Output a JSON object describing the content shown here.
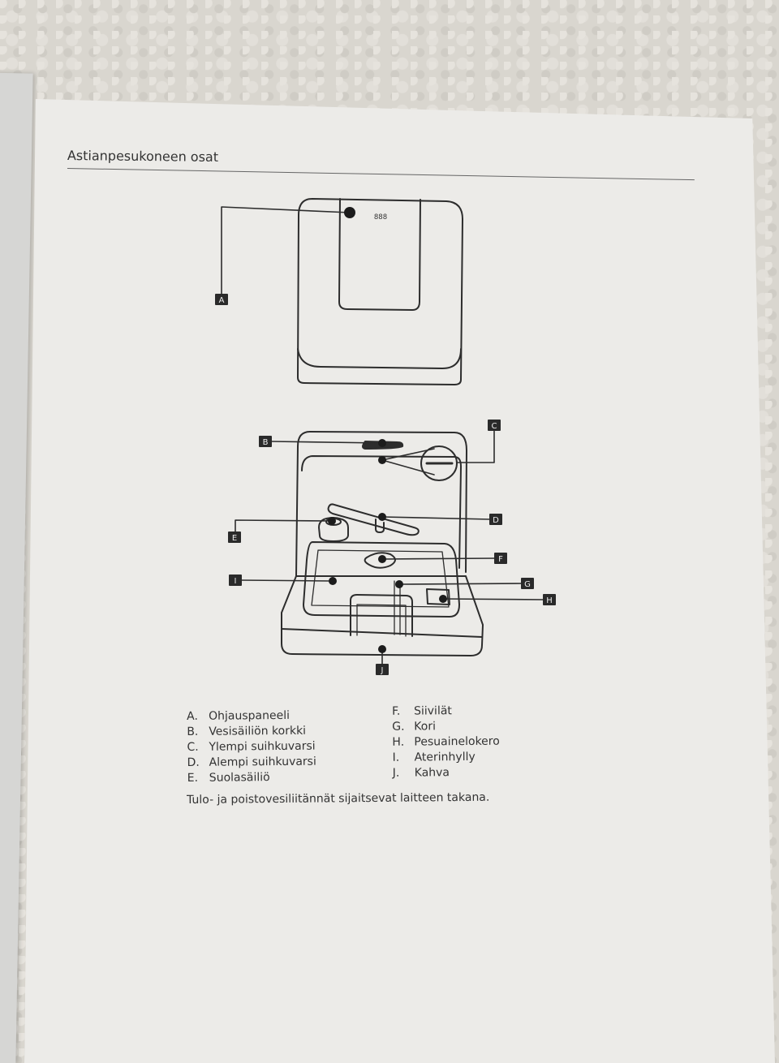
{
  "page": {
    "heading": "Astianpesukoneen osat"
  },
  "diagram": {
    "display_text": "888",
    "callouts": [
      "A",
      "B",
      "C",
      "D",
      "E",
      "F",
      "G",
      "H",
      "I",
      "J"
    ]
  },
  "legend": {
    "left": [
      {
        "letter": "A.",
        "text": "Ohjauspaneeli"
      },
      {
        "letter": "B.",
        "text": "Vesisäiliön korkki"
      },
      {
        "letter": "C.",
        "text": "Ylempi suihkuvarsi"
      },
      {
        "letter": "D.",
        "text": "Alempi suihkuvarsi"
      },
      {
        "letter": "E.",
        "text": "Suolasäiliö"
      }
    ],
    "right": [
      {
        "letter": "F.",
        "text": "Siivilät"
      },
      {
        "letter": "G.",
        "text": "Kori"
      },
      {
        "letter": "H.",
        "text": "Pesuainelokero"
      },
      {
        "letter": "I.",
        "text": "Aterinhylly"
      },
      {
        "letter": "J.",
        "text": "Kahva"
      }
    ]
  },
  "note": "Tulo- ja poistovesiliitännät sijaitsevat laitteen takana."
}
